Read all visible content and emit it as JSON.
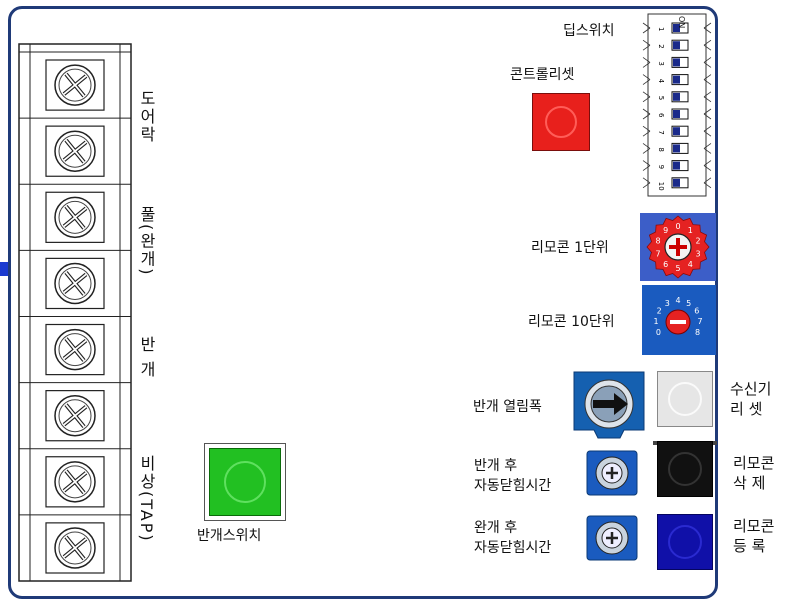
{
  "terminal": {
    "count": 8,
    "labels": {
      "door_lock": "도어락",
      "full_open": "풀(완개)",
      "half_open": "반 개",
      "emergency": "비상(TAP)"
    }
  },
  "dip_switch": {
    "label": "딥스위치",
    "on_text": "ON",
    "positions": [
      "1",
      "2",
      "3",
      "4",
      "5",
      "6",
      "7",
      "8",
      "9",
      "10"
    ]
  },
  "control_reset": {
    "label": "콘트롤리셋",
    "color": "#e8201c"
  },
  "remote_1": {
    "label": "리모콘 1단위",
    "digits": [
      "0",
      "1",
      "2",
      "3",
      "4",
      "5",
      "6",
      "7",
      "8",
      "9"
    ],
    "color": "#e52222"
  },
  "remote_10": {
    "label": "리모콘 10단위",
    "digits": [
      "0",
      "1",
      "2",
      "3",
      "4",
      "5",
      "6",
      "7",
      "8"
    ],
    "color": "#1a5bbf"
  },
  "half_open_width": {
    "label": "반개 열림폭"
  },
  "receiver_reset": {
    "line1": "수신기",
    "line2": "리 셋",
    "color": "#e6e6e6"
  },
  "half_auto_close": {
    "line1": "반개 후",
    "line2": "자동닫힘시간"
  },
  "full_auto_close": {
    "line1": "완개 후",
    "line2": "자동닫힘시간"
  },
  "remote_delete": {
    "line1": "리모콘",
    "line2": "삭 제",
    "color": "#111111"
  },
  "remote_register": {
    "line1": "리모콘",
    "line2": "등 록",
    "color": "#1010a8"
  },
  "half_switch": {
    "label": "반개스위치",
    "color": "#22c022"
  }
}
